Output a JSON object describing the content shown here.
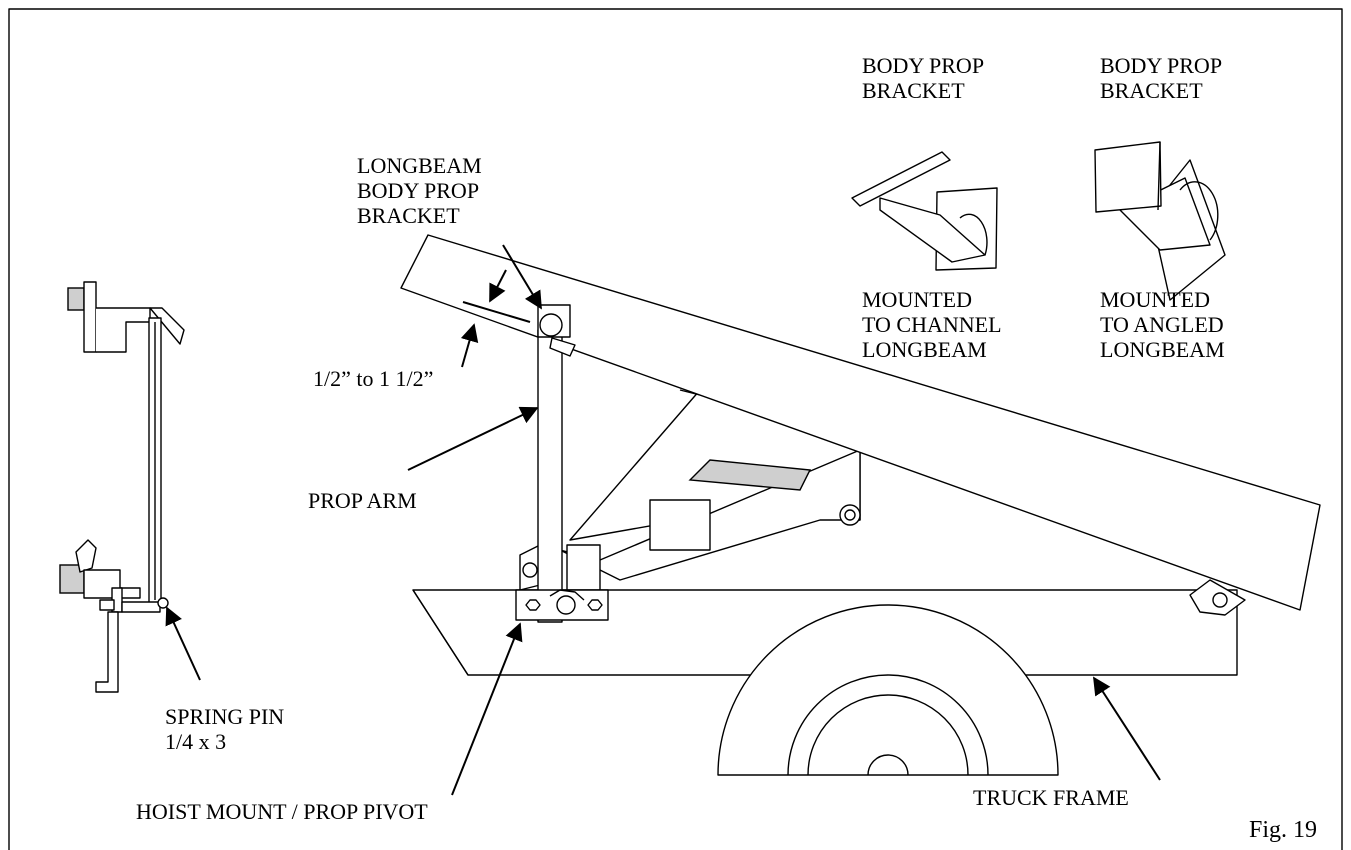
{
  "labels": {
    "body_prop_bracket_1": "BODY PROP\nBRACKET",
    "body_prop_bracket_2": "BODY PROP\nBRACKET",
    "mounted_channel": "MOUNTED\nTO CHANNEL\nLONGBEAM",
    "mounted_angled": "MOUNTED\nTO ANGLED\nLONGBEAM",
    "longbeam_bracket": "LONGBEAM\nBODY PROP\nBRACKET",
    "gap": "1/2” to 1 1/2”",
    "prop_arm": "PROP ARM",
    "spring_pin": "SPRING PIN\n1/4 x 3",
    "hoist_mount": "HOIST MOUNT / PROP PIVOT",
    "truck_frame": "TRUCK FRAME",
    "figure": "Fig. 19"
  }
}
